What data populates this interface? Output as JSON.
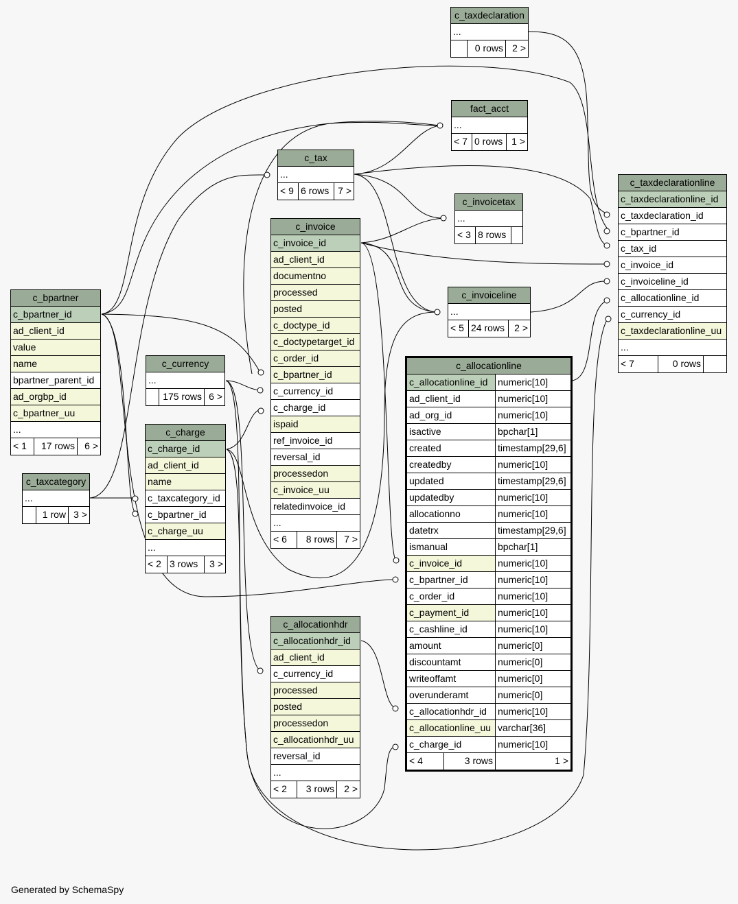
{
  "footer": "Generated by SchemaSpy",
  "tables": {
    "c_taxdeclaration": {
      "title": "c_taxdeclaration",
      "rows": [
        "..."
      ],
      "footer": [
        "",
        "0 rows",
        "2 >"
      ]
    },
    "fact_acct": {
      "title": "fact_acct",
      "rows": [
        "..."
      ],
      "footer": [
        "< 7",
        "0 rows",
        "1 >"
      ]
    },
    "c_tax": {
      "title": "c_tax",
      "rows": [
        "..."
      ],
      "footer": [
        "< 9",
        "6 rows",
        "7 >"
      ]
    },
    "c_invoicetax": {
      "title": "c_invoicetax",
      "rows": [
        "..."
      ],
      "footer": [
        "< 3",
        "8 rows",
        ""
      ]
    },
    "c_invoice": {
      "title": "c_invoice",
      "rows": [
        "c_invoice_id",
        "ad_client_id",
        "documentno",
        "processed",
        "posted",
        "c_doctype_id",
        "c_doctypetarget_id",
        "c_order_id",
        "c_bpartner_id",
        "c_currency_id",
        "c_charge_id",
        "ispaid",
        "ref_invoice_id",
        "reversal_id",
        "processedon",
        "c_invoice_uu",
        "relatedinvoice_id",
        "..."
      ],
      "footer": [
        "< 6",
        "8 rows",
        "7 >"
      ]
    },
    "c_invoiceline": {
      "title": "c_invoiceline",
      "rows": [
        "..."
      ],
      "footer": [
        "< 5",
        "24 rows",
        "2 >"
      ]
    },
    "c_taxdeclarationline": {
      "title": "c_taxdeclarationline",
      "rows": [
        "c_taxdeclarationline_id",
        "c_taxdeclaration_id",
        "c_bpartner_id",
        "c_tax_id",
        "c_invoice_id",
        "c_invoiceline_id",
        "c_allocationline_id",
        "c_currency_id",
        "c_taxdeclarationline_uu",
        "..."
      ],
      "footer": [
        "< 7",
        "0 rows",
        ""
      ]
    },
    "c_bpartner": {
      "title": "c_bpartner",
      "rows": [
        "c_bpartner_id",
        "ad_client_id",
        "value",
        "name",
        "bpartner_parent_id",
        "ad_orgbp_id",
        "c_bpartner_uu",
        "..."
      ],
      "footer": [
        "< 1",
        "17 rows",
        "6 >"
      ]
    },
    "c_currency": {
      "title": "c_currency",
      "rows": [
        "..."
      ],
      "footer": [
        "",
        "175 rows",
        "6 >"
      ]
    },
    "c_charge": {
      "title": "c_charge",
      "rows": [
        "c_charge_id",
        "ad_client_id",
        "name",
        "c_taxcategory_id",
        "c_bpartner_id",
        "c_charge_uu",
        "..."
      ],
      "footer": [
        "< 2",
        "3 rows",
        "3 >"
      ]
    },
    "c_taxcategory": {
      "title": "c_taxcategory",
      "rows": [
        "..."
      ],
      "footer": [
        "",
        "1 row",
        "3 >"
      ]
    },
    "c_allocationhdr": {
      "title": "c_allocationhdr",
      "rows": [
        "c_allocationhdr_id",
        "ad_client_id",
        "c_currency_id",
        "processed",
        "posted",
        "processedon",
        "c_allocationhdr_uu",
        "reversal_id",
        "..."
      ],
      "footer": [
        "< 2",
        "3 rows",
        "2 >"
      ]
    },
    "c_allocationline": {
      "title": "c_allocationline",
      "rows": [
        [
          "c_allocationline_id",
          "numeric[10]"
        ],
        [
          "ad_client_id",
          "numeric[10]"
        ],
        [
          "ad_org_id",
          "numeric[10]"
        ],
        [
          "isactive",
          "bpchar[1]"
        ],
        [
          "created",
          "timestamp[29,6]"
        ],
        [
          "createdby",
          "numeric[10]"
        ],
        [
          "updated",
          "timestamp[29,6]"
        ],
        [
          "updatedby",
          "numeric[10]"
        ],
        [
          "allocationno",
          "numeric[10]"
        ],
        [
          "datetrx",
          "timestamp[29,6]"
        ],
        [
          "ismanual",
          "bpchar[1]"
        ],
        [
          "c_invoice_id",
          "numeric[10]"
        ],
        [
          "c_bpartner_id",
          "numeric[10]"
        ],
        [
          "c_order_id",
          "numeric[10]"
        ],
        [
          "c_payment_id",
          "numeric[10]"
        ],
        [
          "c_cashline_id",
          "numeric[10]"
        ],
        [
          "amount",
          "numeric[0]"
        ],
        [
          "discountamt",
          "numeric[0]"
        ],
        [
          "writeoffamt",
          "numeric[0]"
        ],
        [
          "overunderamt",
          "numeric[0]"
        ],
        [
          "c_allocationhdr_id",
          "numeric[10]"
        ],
        [
          "c_allocationline_uu",
          "varchar[36]"
        ],
        [
          "c_charge_id",
          "numeric[10]"
        ]
      ],
      "footer": [
        "< 4",
        "3 rows",
        "1 >"
      ]
    }
  }
}
